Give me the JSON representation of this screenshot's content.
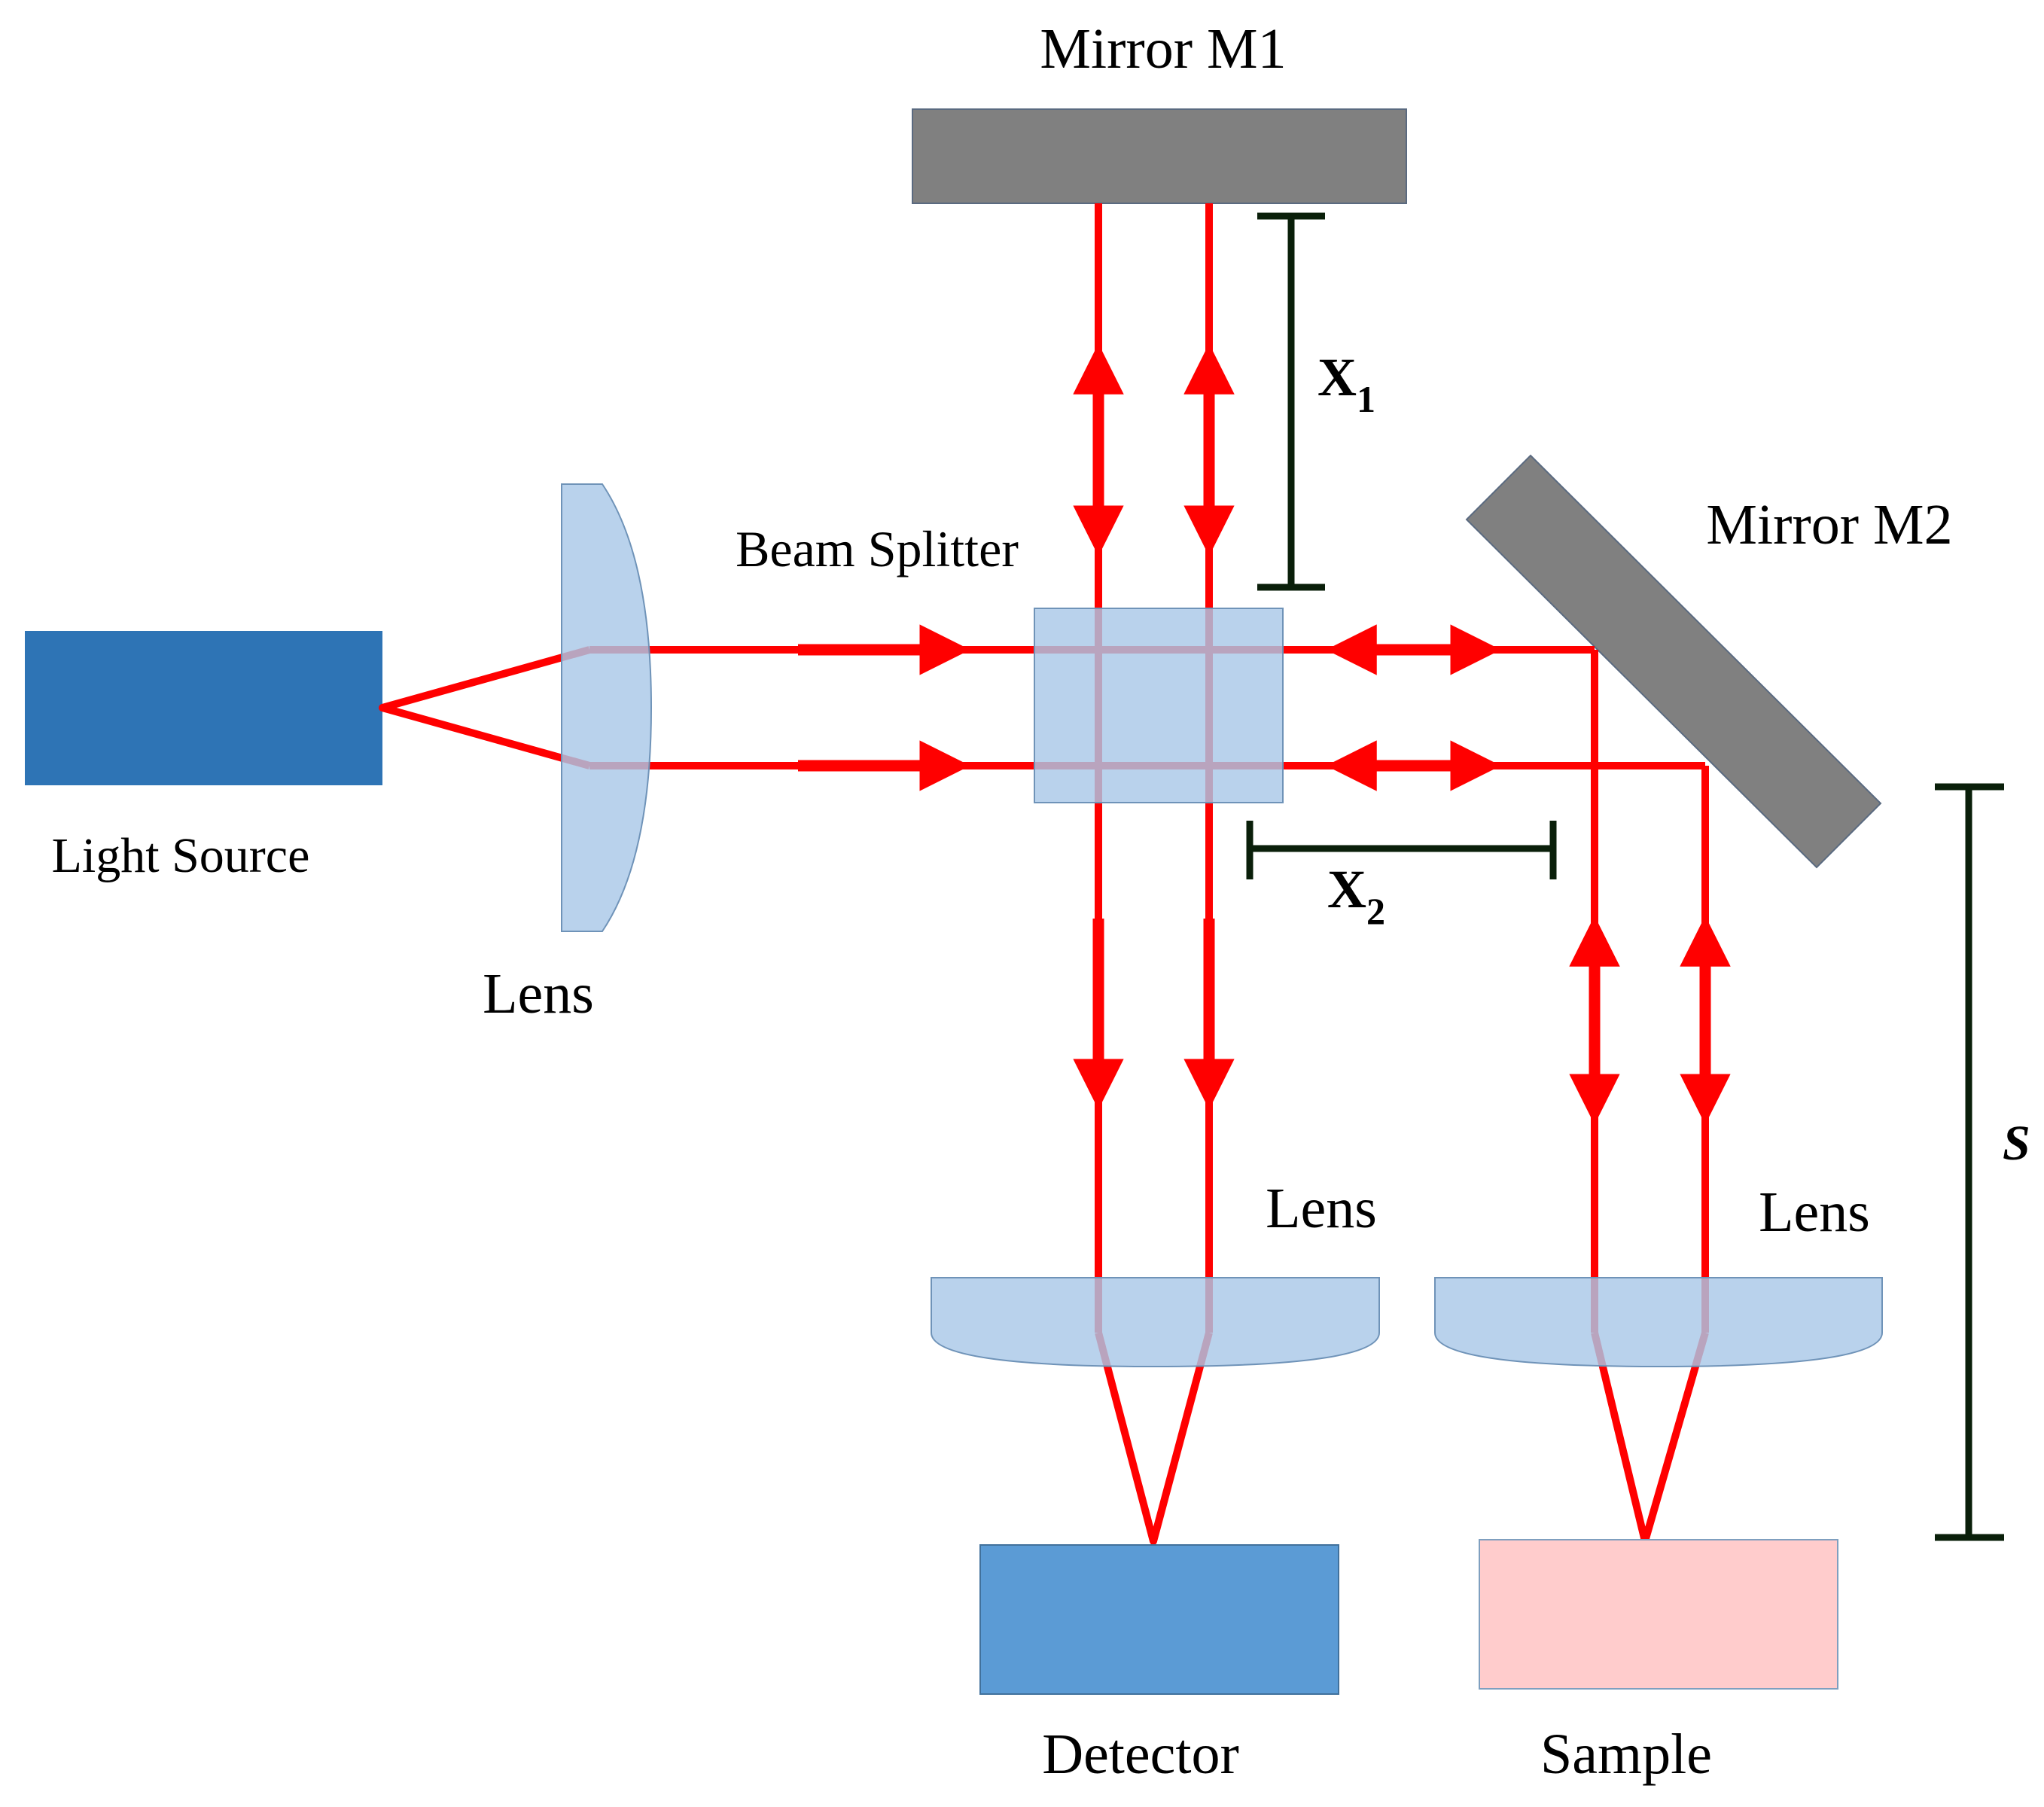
{
  "labels": {
    "mirror_m1": "Mirror M1",
    "mirror_m2": "Mirror M2",
    "beam_splitter": "Beam Splitter",
    "light_source": "Light Source",
    "lens_left": "Lens",
    "lens_center": "Lens",
    "lens_right": "Lens",
    "detector": "Detector",
    "sample": "Sample"
  },
  "dimensions": {
    "x1_base": "X",
    "x1_sub": "1",
    "x2_base": "X",
    "x2_sub": "2",
    "s": "S"
  },
  "colors": {
    "beam": "#ff0000",
    "mirror": "#808080",
    "lens": "#a9c8e8",
    "light_source": "#2e74b5",
    "detector": "#5b9bd5",
    "sample": "#ffcccc",
    "dimension_bar": "#0a1f0a"
  }
}
